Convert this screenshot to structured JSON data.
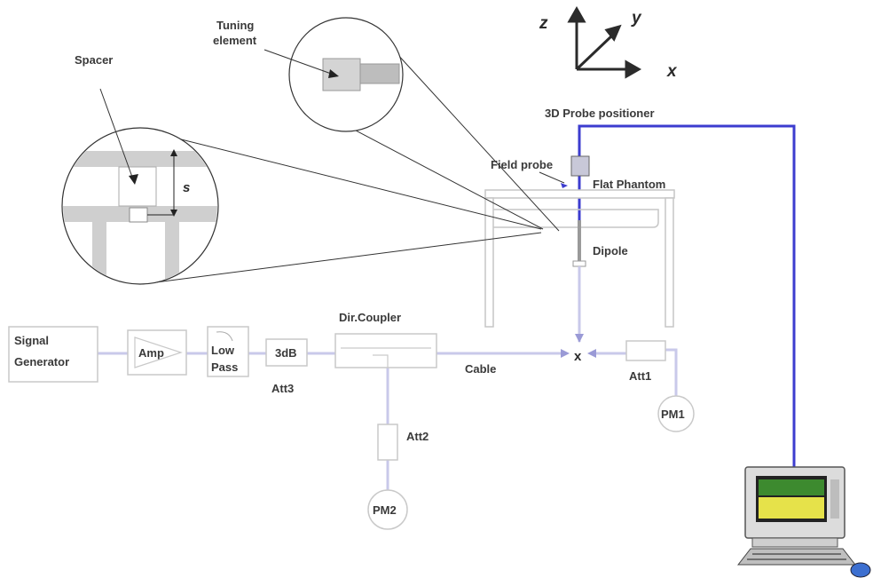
{
  "axes": {
    "z": "z",
    "y": "y",
    "x": "x"
  },
  "labels": {
    "tuning_element_line1": "Tuning",
    "tuning_element_line2": "element",
    "spacer": "Spacer",
    "s": "s",
    "probe_positioner": "3D Probe positioner",
    "field_probe": "Field probe",
    "flat_phantom": "Flat Phantom",
    "dipole": "Dipole",
    "signal_generator_line1": "Signal",
    "signal_generator_line2": "Generator",
    "amp": "Amp",
    "low_pass_line1": "Low",
    "low_pass_line2": "Pass",
    "db3": "3dB",
    "att3": "Att3",
    "dir_coupler": "Dir.Coupler",
    "cable": "Cable",
    "junction_x": "x",
    "att1": "Att1",
    "pm1": "PM1",
    "att2": "Att2",
    "pm2": "PM2"
  },
  "colors": {
    "signal_wire": "#c9c9ea",
    "probe_cable": "#3c3ccf",
    "screen_green": "#3d8a2f",
    "screen_yellow": "#e6e24a"
  },
  "icons": [
    "computer-icon",
    "mouse-icon"
  ]
}
